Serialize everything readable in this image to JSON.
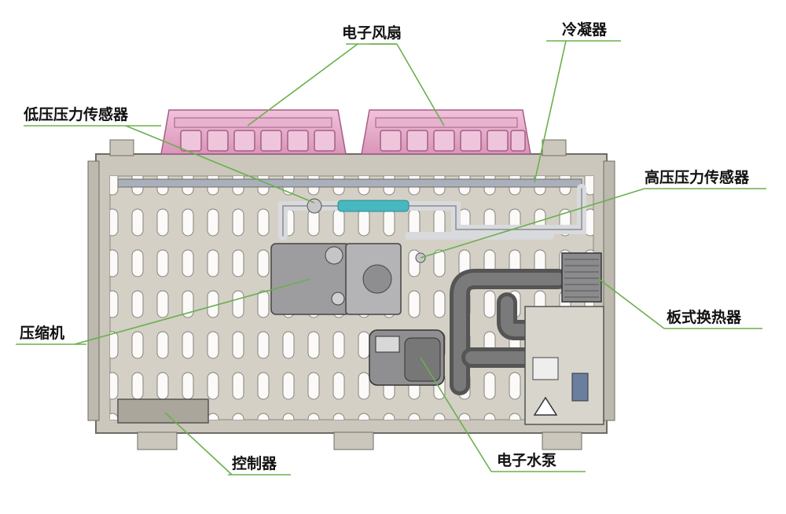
{
  "labels": {
    "fan": "电子风扇",
    "condenser": "冷凝器",
    "low_pressure_sensor": "低压压力传感器",
    "high_pressure_sensor": "高压压力传感器",
    "plate_heat_exchanger": "板式换热器",
    "compressor": "压缩机",
    "controller": "控制器",
    "water_pump": "电子水泵"
  },
  "colors": {
    "leader": "#6ab04c",
    "fan": "#e9a9c8",
    "fan_dark": "#b86a93",
    "frame": "#c7c3b8",
    "frame_dark": "#6f6c65",
    "hose": "#5c5c5c",
    "teal": "#47b8c0"
  }
}
